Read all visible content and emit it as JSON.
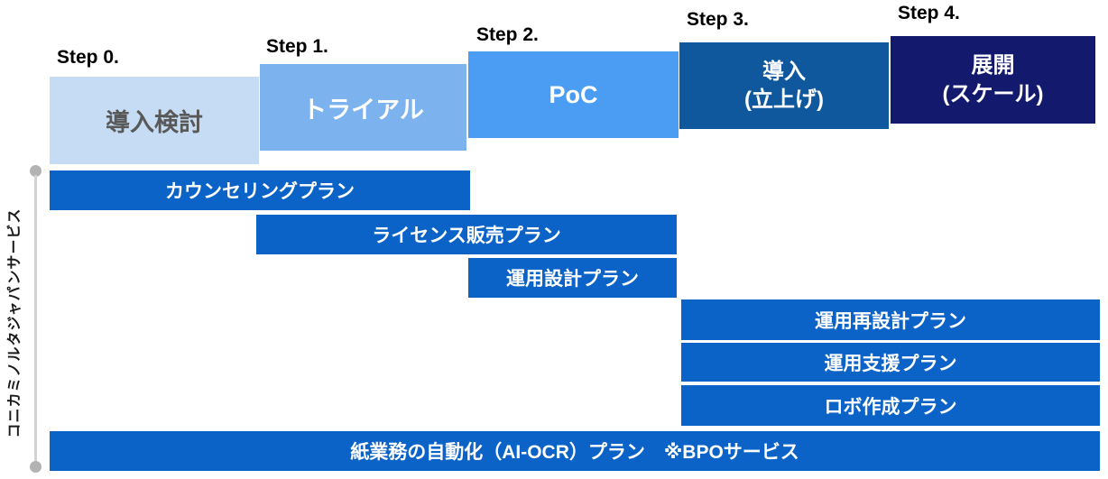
{
  "diagram": {
    "type": "step-process-with-plan-bars",
    "axis": {
      "label": "コニカミノルタジャパンサービス"
    },
    "steps": [
      {
        "step_label": "Step 0.",
        "line1": "導入検討",
        "line2": ""
      },
      {
        "step_label": "Step 1.",
        "line1": "トライアル",
        "line2": ""
      },
      {
        "step_label": "Step 2.",
        "line1": "PoC",
        "line2": ""
      },
      {
        "step_label": "Step 3.",
        "line1": "導入",
        "line2": "(立上げ)"
      },
      {
        "step_label": "Step 4.",
        "line1": "展開",
        "line2": "(スケール)"
      }
    ],
    "plans": [
      {
        "label": "カウンセリングプラン",
        "from_step": 0,
        "to_step": 1
      },
      {
        "label": "ライセンス販売プラン",
        "from_step": 1,
        "to_step": 2
      },
      {
        "label": "運用設計プラン",
        "from_step": 2,
        "to_step": 2
      },
      {
        "label": "運用再設計プラン",
        "from_step": 3,
        "to_step": 4
      },
      {
        "label": "運用支援プラン",
        "from_step": 3,
        "to_step": 4
      },
      {
        "label": "ロボ作成プラン",
        "from_step": 3,
        "to_step": 4
      },
      {
        "label": "紙業務の自動化（AI-OCR）プラン　※BPOサービス",
        "from_step": 0,
        "to_step": 4
      }
    ],
    "palette": {
      "step0_bg": "#C5DCF4",
      "step0_text": "#595959",
      "step1_bg": "#7CB2ED",
      "step2_bg": "#4A9DF2",
      "step3_bg": "#0F589D",
      "step4_bg": "#131A6E",
      "plan_bar_bg": "#0B63C7",
      "plan_bar_text": "#FFFFFF",
      "step_label_text": "#000000",
      "axis_line": "#D2D2D2",
      "axis_dot": "#B3B3B3"
    }
  }
}
